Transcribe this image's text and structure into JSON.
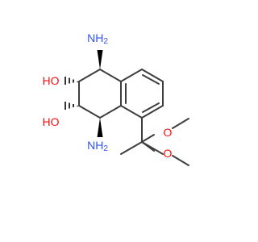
{
  "molecule": {
    "atom_labels": {
      "amine_top": "NH",
      "amine_top_sub": "2",
      "amine_bottom": "NH",
      "amine_bottom_sub": "2",
      "hydroxyl_upper": "HO",
      "hydroxyl_lower": "HO",
      "ether_upper": "O",
      "ether_lower": "O"
    },
    "colors": {
      "bond": "#3d3d3d",
      "nitrogen": "#3050f8",
      "oxygen": "#ff0d0d",
      "stereo_wedge": "#000000"
    }
  }
}
